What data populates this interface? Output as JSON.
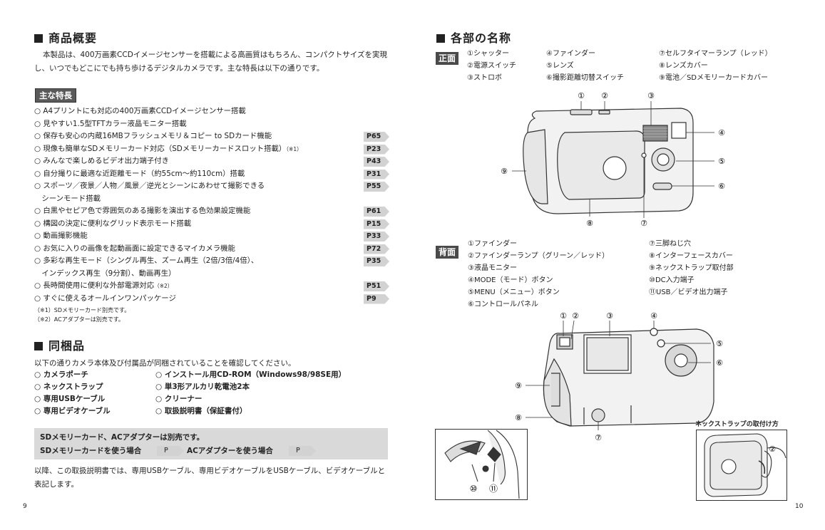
{
  "left": {
    "title": "商品概要",
    "intro": "本製品は、400万画素CCDイメージセンサーを搭載による高画質はもちろん、コンパクトサイズを実現し、いつでもどこにでも持ち歩けるデジタルカメラです。主な特長は以下の通りです。",
    "features_badge": "主な特長",
    "features": [
      {
        "text": "○ A4プリントにも対応の400万画素CCDイメージセンサー搭載",
        "note": "",
        "page": ""
      },
      {
        "text": "○ 見やすい1.5型TFTカラー液晶モニター搭載",
        "note": "",
        "page": ""
      },
      {
        "text": "○ 保存も安心の内蔵16MBフラッシュメモリ＆コピー to SDカード機能",
        "note": "",
        "page": "P65"
      },
      {
        "text": "○ 現像も簡単なSDメモリーカード対応（SDメモリーカードスロット搭載）",
        "note": "（※1）",
        "page": "P23"
      },
      {
        "text": "○ みんなで楽しめるビデオ出力端子付き",
        "note": "",
        "page": "P43"
      },
      {
        "text": "○ 自分撮りに最適な近距離モード（約55cm〜約110cm）搭載",
        "note": "",
        "page": "P31"
      },
      {
        "text": "○ スポーツ／夜景／人物／風景／逆光とシーンにあわせて撮影できる",
        "note": "",
        "page": "P55"
      },
      {
        "text": "　シーンモード搭載",
        "note": "",
        "page": ""
      },
      {
        "text": "○ 白黒やセピア色で雰囲気のある撮影を演出する色効果設定機能",
        "note": "",
        "page": "P61"
      },
      {
        "text": "○ 構図の決定に便利なグリッド表示モード搭載",
        "note": "",
        "page": "P15"
      },
      {
        "text": "○ 動画撮影機能",
        "note": "",
        "page": "P33"
      },
      {
        "text": "○ お気に入りの画像を起動画面に設定できるマイカメラ機能",
        "note": "",
        "page": "P72"
      },
      {
        "text": "○ 多彩な再生モード（シングル再生、ズーム再生（2倍/3倍/4倍）、",
        "note": "",
        "page": "P35"
      },
      {
        "text": "　インデックス再生（9分割）、動画再生）",
        "note": "",
        "page": ""
      },
      {
        "text": "○ 長時間使用に便利な外部電源対応",
        "note": "（※2）",
        "page": "P51"
      },
      {
        "text": "○ すぐに使えるオールインワンパッケージ",
        "note": "",
        "page": "P9"
      }
    ],
    "footnotes": [
      "（※1）SDメモリーカード別売です。",
      "（※2）ACアダプターは別売です。"
    ],
    "package_title": "同梱品",
    "package_intro": "以下の通りカメラ本体及び付属品が同梱されていることを確認してください。",
    "package_col1": [
      "○ カメラポーチ",
      "○ ネックストラップ",
      "○ 専用USBケーブル",
      "○ 専用ビデオケーブル"
    ],
    "package_col2": [
      "○ インストール用CD-ROM（Windows98/98SE用）",
      "○ 単3形アルカリ乾電池2本",
      "○ クリーナー",
      "○ 取扱説明書（保証書付）"
    ],
    "box_line1": "SDメモリーカード、ACアダプターは別売です。",
    "box_sd": "SDメモリーカードを使う場合",
    "box_ac": "ACアダプターを使う場合",
    "box_p": "P",
    "outro": "以降、この取扱説明書では、専用USBケーブル、専用ビデオケーブルをUSBケーブル、ビデオケーブルと表記します。",
    "page_number": "9"
  },
  "right": {
    "title": "各部の名称",
    "front_tag": "正面",
    "front_col1": [
      "①シャッター",
      "②電源スイッチ",
      "③ストロボ"
    ],
    "front_col2": [
      "④ファインダー",
      "⑤レンズ",
      "⑥撮影距離切替スイッチ"
    ],
    "front_col3": [
      "⑦セルフタイマーランプ（レッド）",
      "⑧レンズカバー",
      "⑨電池／SDメモリーカードカバー"
    ],
    "back_tag": "背面",
    "back_col1": [
      "①ファインダー",
      "②ファインダーランプ（グリーン／レッド）",
      "③液晶モニター",
      "④MODE（モード）ボタン",
      "⑤MENU（メニュー）ボタン",
      "⑥コントロールパネル"
    ],
    "back_col2": [
      "⑦三脚ねじ穴",
      "⑧インターフェースカバー",
      "⑨ネックストラップ取付部",
      "⑩DC入力端子",
      "⑪USB／ビデオ出力端子"
    ],
    "front_callouts": [
      "①",
      "②",
      "③",
      "④",
      "⑤",
      "⑥",
      "⑦",
      "⑧",
      "⑨"
    ],
    "back_callouts": [
      "①",
      "②",
      "③",
      "④",
      "⑤",
      "⑥",
      "⑦",
      "⑧",
      "⑨"
    ],
    "inset_callouts": [
      "⑩",
      "⑪"
    ],
    "strap_title": "ネックストラップの取付け方",
    "strap_callout": "②",
    "page_number": "10"
  }
}
